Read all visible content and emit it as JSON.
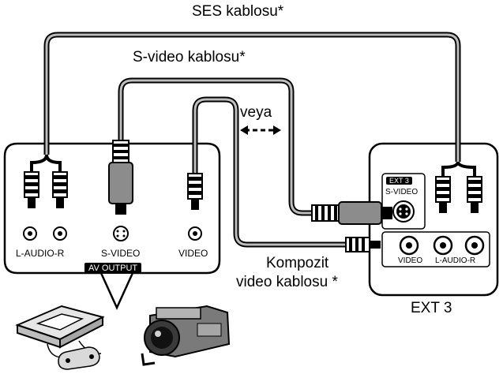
{
  "labels": {
    "ses_cable": "SES kablosu*",
    "svideo_cable": "S-video kablosu*",
    "or": "veya",
    "composite_line1": "Kompozit",
    "composite_line2": "video kablosu *",
    "ext3_bottom": "EXT 3"
  },
  "source_panel": {
    "audio_jacks": "L-AUDIO-R",
    "svideo_jack": "S-VIDEO",
    "video_jack": "VIDEO",
    "badge": "AV OUTPUT"
  },
  "tv_panel": {
    "ext_tag": "EXT 3",
    "svideo_label": "S-VIDEO",
    "video_label": "VIDEO",
    "audio_label": "L-AUDIO-R"
  },
  "devices": [
    "game-console-icon",
    "camcorder-icon"
  ]
}
